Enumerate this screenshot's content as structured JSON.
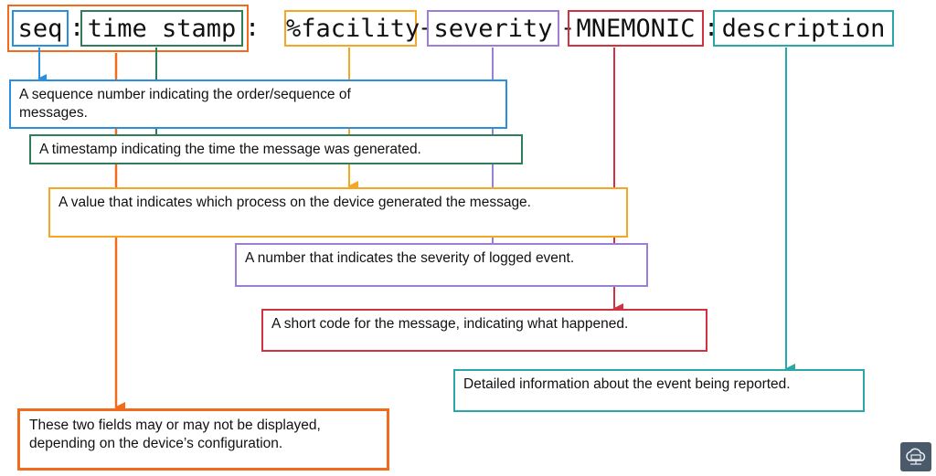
{
  "header": {
    "seq": "seq",
    "colon1": ":",
    "timestamp": "time stamp",
    "colon2": ": ",
    "facility": "%facility",
    "dash1": "-",
    "severity": "severity",
    "dash2": "-",
    "mnemonic": "MNEMONIC",
    "colon3": ":",
    "description": "description"
  },
  "descriptions": {
    "seq": "A sequence number indicating the order/sequence of messages.",
    "timestamp": "A timestamp indicating the time the message was generated.",
    "facility": "A value that indicates which process on the device generated the message.",
    "severity": "A number that indicates the severity of logged event.",
    "mnemonic": "A short code for the message, indicating what happened.",
    "description": "Detailed information about the event being reported.",
    "optional_note": "These two fields may or may not be displayed, depending on the device’s configuration."
  },
  "colors": {
    "seq": "#2b8fe0",
    "timestamp": "#2e7d5b",
    "optional_group": "#f26a1b",
    "facility": "#f5a623",
    "severity": "#9b7fd6",
    "mnemonic": "#d0323f",
    "description": "#2aa7a7"
  },
  "icons": {
    "logo": "cloud-network-logo-icon"
  }
}
